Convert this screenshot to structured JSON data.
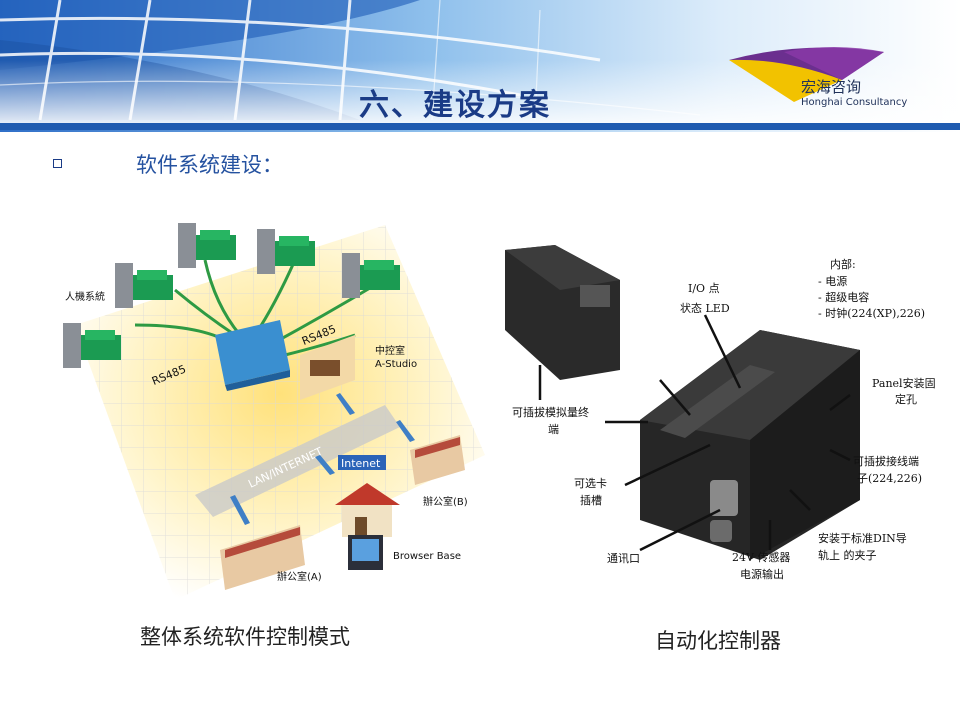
{
  "slide": {
    "title": "六、建设方案",
    "subheading": "软件系统建设：",
    "logo": {
      "name_cn": "宏海咨询",
      "name_en": "Honghai Consultancy"
    }
  },
  "left_figure": {
    "caption": "整体系统软件控制模式",
    "labels": {
      "chiller_system": "人機系統",
      "rs485_a": "RS485",
      "rs485_b": "RS485",
      "control_room": "中控室",
      "control_room_sub": "A-Studio",
      "lan": "LAN/INTERNET",
      "internet": "Intenet",
      "office_a": "辦公室(A)",
      "office_b": "辦公室(B)",
      "browser_base": "Browser Base"
    }
  },
  "right_figure": {
    "caption": "自动化控制器",
    "callouts": {
      "io_status_1": "I/O 点",
      "io_status_2": "状态  LED",
      "internal_title": "内部:",
      "internal_1": "- 电源",
      "internal_2": "- 超级电容",
      "internal_3": "- 时钟(224(XP),226)",
      "panel_1": "Panel安装固",
      "panel_2": "定孔",
      "analog_1": "可插拔模拟量终",
      "analog_2": "端",
      "card_1": "可选卡",
      "card_2": "插槽",
      "terminal_1": "可插拔接线端",
      "terminal_2": "子(224,226)",
      "comm": "通讯口",
      "sensor_1": "24V 传感器",
      "sensor_2": "电源输出",
      "din_1": "安装于标准DIN导",
      "din_2": "轨上 的夹子"
    }
  }
}
